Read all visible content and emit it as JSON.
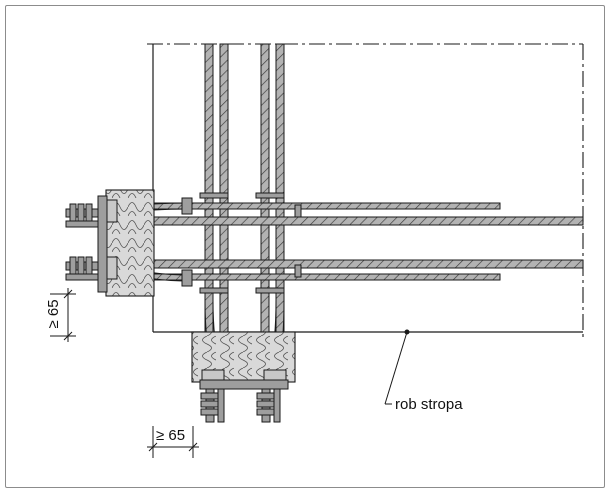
{
  "labels": {
    "dim_vertical": "≥ 65",
    "dim_horizontal": "≥ 65",
    "slab_edge": "rob stropa"
  },
  "colors": {
    "line": "#1a1a1a",
    "rebar_fill": "#b3b3b3",
    "insulation_fill": "#d9d9d9",
    "steel_fill": "#9e9e9e",
    "frame": "#8c8c8c"
  }
}
